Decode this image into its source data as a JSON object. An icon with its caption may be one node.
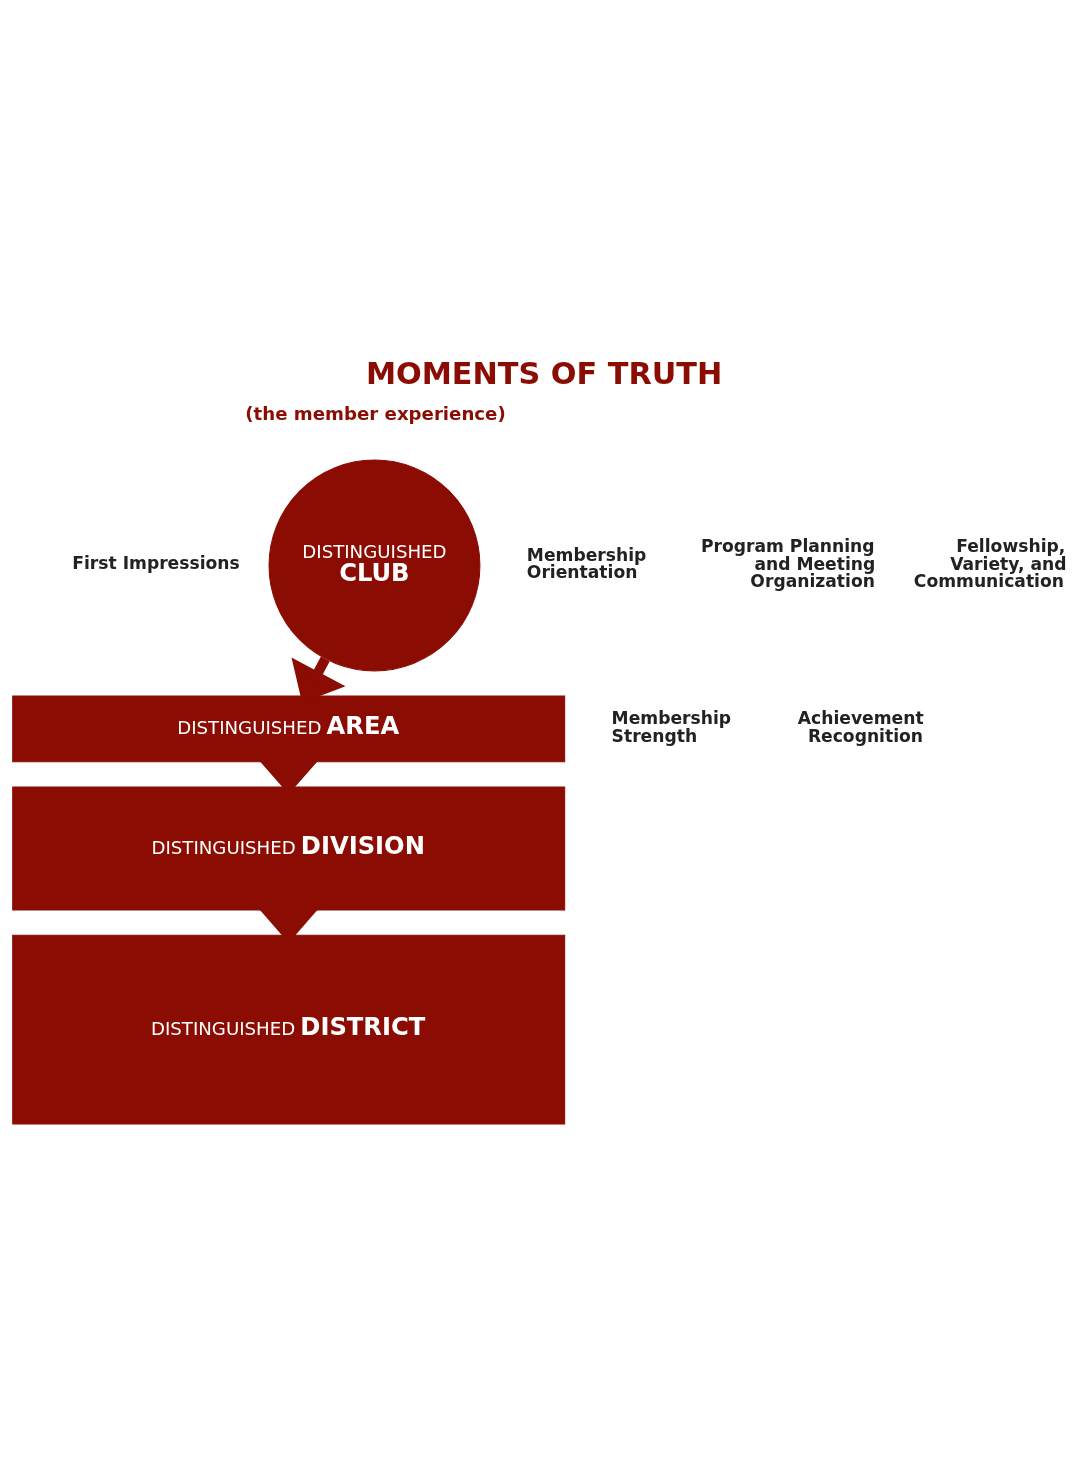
{
  "diagram": {
    "title": "MOMENTS OF TRUTH",
    "nodes": [
      {
        "text": [
          "DISTINGUISHED",
          "CLUB"
        ]
      },
      {
        "text": [
          "DISTINGUISHED",
          "AREA"
        ]
      },
      {
        "text": [
          "DISTINGUISHED",
          "DIVISION"
        ]
      },
      {
        "text": [
          "DISTINGUISHED",
          "DISTRICT"
        ]
      }
    ],
    "edges": [
      {
        "from": 0,
        "to": 1,
        "arrow": "to"
      },
      {
        "from": 1,
        "to": 2,
        "arrow": "to"
      },
      {
        "from": 2,
        "to": 3,
        "arrow": "to"
      }
    ],
    "labels": [
      "(the member experience)",
      "First Impressions",
      "Fellowship, Variety, and Communication",
      "Membership Orientation",
      "Program Planning and Meeting Organization",
      "Membership Strength",
      "Achievement Recognition"
    ]
  }
}
